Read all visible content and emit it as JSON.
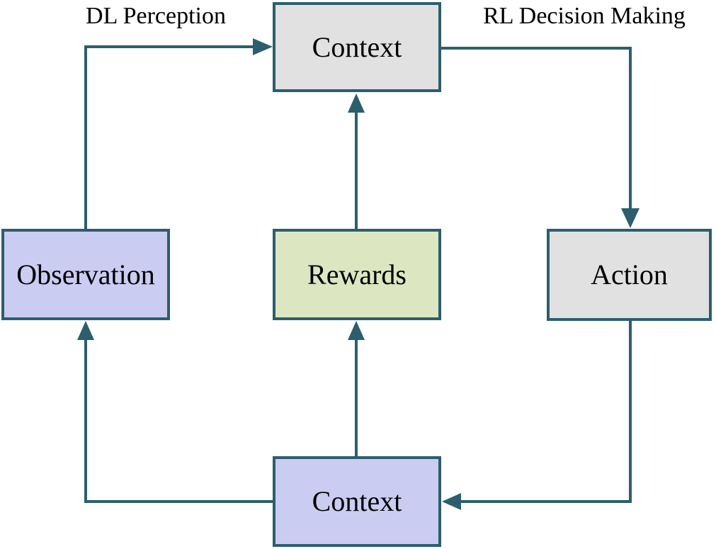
{
  "diagram": {
    "nodes": {
      "context_top": {
        "label": "Context",
        "fill": "gray"
      },
      "observation": {
        "label": "Observation",
        "fill": "lavender"
      },
      "rewards": {
        "label": "Rewards",
        "fill": "green"
      },
      "action": {
        "label": "Action",
        "fill": "gray"
      },
      "context_bottom": {
        "label": "Context",
        "fill": "lavender"
      }
    },
    "edges": [
      {
        "from": "Observation",
        "to": "Context (top)",
        "label": "DL Perception"
      },
      {
        "from": "Context (top)",
        "to": "Action",
        "label": "RL Decision Making"
      },
      {
        "from": "Rewards",
        "to": "Context (top)",
        "label": ""
      },
      {
        "from": "Context (bottom)",
        "to": "Rewards",
        "label": ""
      },
      {
        "from": "Action",
        "to": "Context (bottom)",
        "label": ""
      },
      {
        "from": "Context (bottom)",
        "to": "Observation",
        "label": ""
      }
    ],
    "colors": {
      "line": "#2b5f6e",
      "box_gray": "#e1e1e1",
      "box_lavender": "#cbccf2",
      "box_green": "#dce7c2",
      "text": "#000000",
      "background": "#ffffff"
    }
  }
}
